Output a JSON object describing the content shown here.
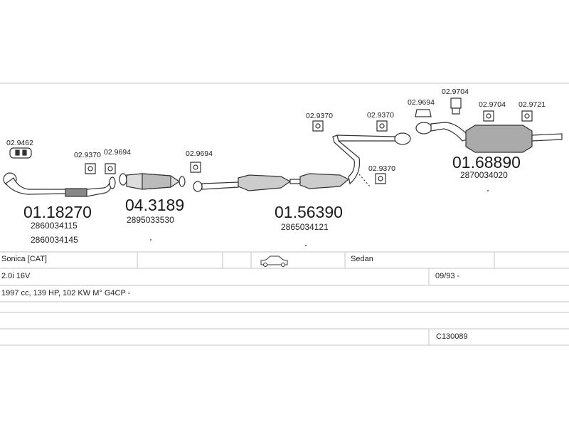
{
  "parts": {
    "p1": {
      "num": "01.18270",
      "ref1": "2860034115",
      "ref2": "2860034145"
    },
    "p2": {
      "num": "04.3189",
      "ref1": "2895033530"
    },
    "p3": {
      "num": "01.56390",
      "ref1": "2865034121"
    },
    "p4": {
      "num": "01.68890",
      "ref1": "2870034020"
    }
  },
  "fittings": {
    "f1": "02.9462",
    "f2": "02.9370",
    "f3": "02.9694",
    "f4": "02.9694",
    "f5": "02.9370",
    "f6": "02.9370",
    "f7": "02.9370",
    "f8": "02.9694",
    "f9": "02.9704",
    "f10": "02.9704",
    "f11": "02.9721"
  },
  "table": {
    "model": "Sonica  [CAT]",
    "body": "Sedan",
    "engine": "2.0i 16V",
    "date": "09/93 -",
    "specs": "1997 cc, 139 HP, 102 KW M° G4CP -",
    "code": "C130089"
  }
}
